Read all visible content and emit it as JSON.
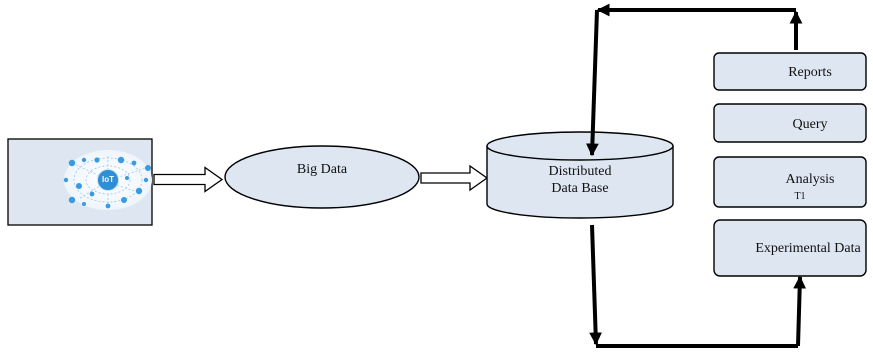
{
  "colors": {
    "box_fill": "#dde6f1",
    "outline": "#000000",
    "iot_panel_fill": "#dde6f1",
    "iot_accent": "#2f8fd6"
  },
  "iot_panel": {
    "icon": "iot-network-image",
    "badge_text": "IoT"
  },
  "big_data": {
    "label": "Big Data"
  },
  "database": {
    "label_line1": "Distributed",
    "label_line2": "Data Base"
  },
  "right_boxes": {
    "reports": "Reports",
    "query": "Query",
    "analysis": "Analysis",
    "analysis_sub": "T1",
    "experimental": "Experimental Data"
  }
}
